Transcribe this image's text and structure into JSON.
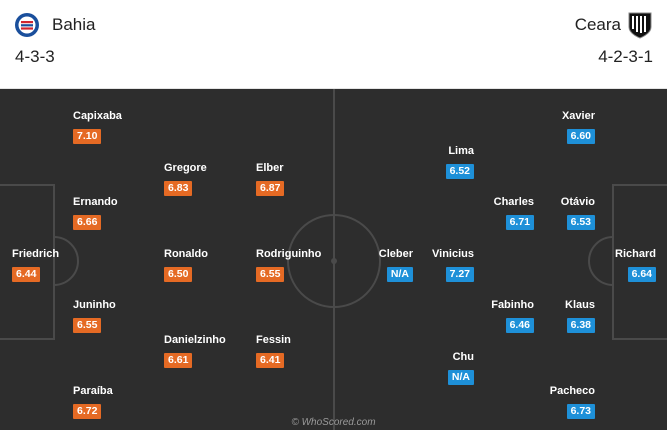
{
  "home": {
    "name": "Bahia",
    "formation": "4-3-3",
    "colors": {
      "rating": "#e56a24",
      "badge_blue": "#1a4f9c",
      "badge_red": "#d22630"
    },
    "players": [
      {
        "name": "Capixaba",
        "rating": "7.10"
      },
      {
        "name": "Gregore",
        "rating": "6.83"
      },
      {
        "name": "Elber",
        "rating": "6.87"
      },
      {
        "name": "Ernando",
        "rating": "6.66"
      },
      {
        "name": "Friedrich",
        "rating": "6.44"
      },
      {
        "name": "Ronaldo",
        "rating": "6.50"
      },
      {
        "name": "Rodriguinho",
        "rating": "6.55"
      },
      {
        "name": "Juninho",
        "rating": "6.55"
      },
      {
        "name": "Danielzinho",
        "rating": "6.61"
      },
      {
        "name": "Fessin",
        "rating": "6.41"
      },
      {
        "name": "Paraíba",
        "rating": "6.72"
      }
    ]
  },
  "away": {
    "name": "Ceara",
    "formation": "4-2-3-1",
    "colors": {
      "rating": "#1e90d8",
      "badge_dark": "#111111"
    },
    "players": [
      {
        "name": "Xavier",
        "rating": "6.60"
      },
      {
        "name": "Lima",
        "rating": "6.52"
      },
      {
        "name": "Charles",
        "rating": "6.71"
      },
      {
        "name": "Otávio",
        "rating": "6.53"
      },
      {
        "name": "Cleber",
        "rating": "N/A"
      },
      {
        "name": "Vinicius",
        "rating": "7.27"
      },
      {
        "name": "Richard",
        "rating": "6.64"
      },
      {
        "name": "Fabinho",
        "rating": "6.46"
      },
      {
        "name": "Klaus",
        "rating": "6.38"
      },
      {
        "name": "Chu",
        "rating": "N/A"
      },
      {
        "name": "Pacheco",
        "rating": "6.73"
      }
    ]
  },
  "pitch_color": "#2d2d2d",
  "watermark": "© WhoScored.com"
}
